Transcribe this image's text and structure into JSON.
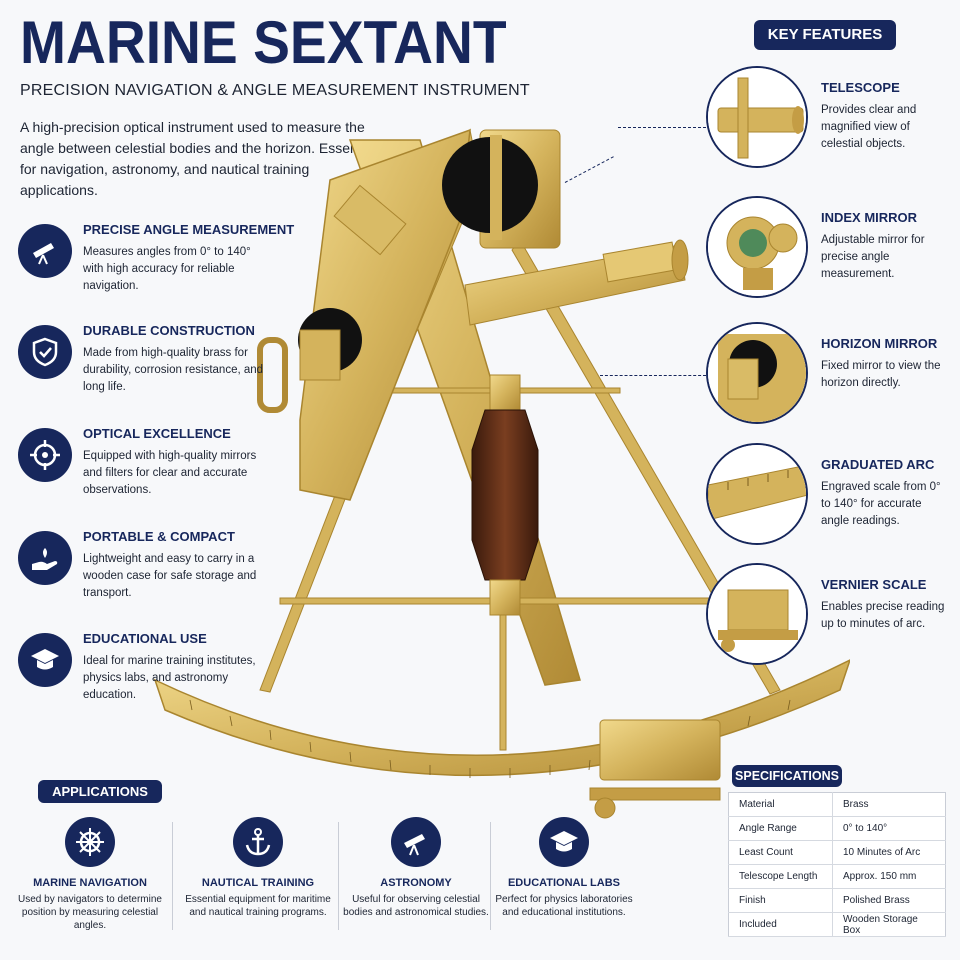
{
  "header": {
    "title": "MARINE SEXTANT",
    "subtitle": "PRECISION NAVIGATION & ANGLE MEASUREMENT INSTRUMENT",
    "intro": "A high-precision optical instrument used to measure the angle between celestial bodies and the horizon. Essential for navigation, astronomy, and nautical training applications."
  },
  "features": [
    {
      "title": "PRECISE ANGLE MEASUREMENT",
      "text": "Measures angles from 0° to 140° with high accuracy for reliable navigation.",
      "icon": "telescope-icon"
    },
    {
      "title": "DURABLE CONSTRUCTION",
      "text": "Made from high-quality brass for durability, corrosion resistance, and long life.",
      "icon": "shield-icon"
    },
    {
      "title": "OPTICAL EXCELLENCE",
      "text": "Equipped with high-quality mirrors and filters for clear and accurate observations.",
      "icon": "crosshair-icon"
    },
    {
      "title": "PORTABLE & COMPACT",
      "text": "Lightweight and easy to carry in a wooden case for safe storage and transport.",
      "icon": "hand-icon"
    },
    {
      "title": "EDUCATIONAL USE",
      "text": "Ideal for marine training institutes, physics labs, and astronomy education.",
      "icon": "graduation-cap-icon"
    }
  ],
  "key_features": {
    "label": "KEY FEATURES",
    "items": [
      {
        "title": "TELESCOPE",
        "text": "Provides clear and magnified view of celestial objects."
      },
      {
        "title": "INDEX MIRROR",
        "text": "Adjustable mirror for precise angle measurement."
      },
      {
        "title": "HORIZON MIRROR",
        "text": "Fixed mirror to view the horizon directly."
      },
      {
        "title": "GRADUATED ARC",
        "text": "Engraved scale from 0° to 140° for accurate angle readings."
      },
      {
        "title": "VERNIER SCALE",
        "text": "Enables precise reading up to minutes of arc."
      }
    ]
  },
  "applications": {
    "label": "APPLICATIONS",
    "items": [
      {
        "title": "MARINE NAVIGATION",
        "text": "Used by navigators to determine position by measuring celestial angles.",
        "icon": "ship-wheel-icon"
      },
      {
        "title": "NAUTICAL TRAINING",
        "text": "Essential equipment for maritime and nautical training programs.",
        "icon": "anchor-icon"
      },
      {
        "title": "ASTRONOMY",
        "text": "Useful for observing celestial bodies and astronomical studies.",
        "icon": "telescope-icon"
      },
      {
        "title": "EDUCATIONAL LABS",
        "text": "Perfect for physics laboratories and educational institutions.",
        "icon": "graduation-cap-icon"
      }
    ]
  },
  "specifications": {
    "label": "SPECIFICATIONS",
    "rows": [
      {
        "key": "Material",
        "value": "Brass"
      },
      {
        "key": "Angle Range",
        "value": "0° to 140°"
      },
      {
        "key": "Least Count",
        "value": "10 Minutes of Arc"
      },
      {
        "key": "Telescope Length",
        "value": "Approx. 150 mm"
      },
      {
        "key": "Finish",
        "value": "Polished Brass"
      },
      {
        "key": "Included",
        "value": "Wooden Storage Box"
      }
    ]
  },
  "colors": {
    "navy": "#17275c",
    "brass": "#d4b35c",
    "brass_dark": "#a9852f",
    "wood": "#5a2d18"
  }
}
